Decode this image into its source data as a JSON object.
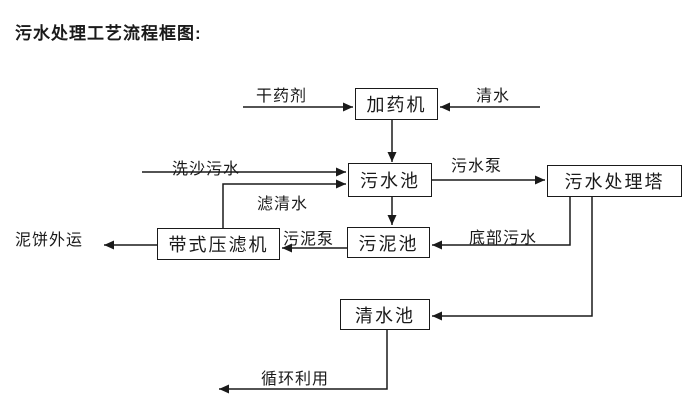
{
  "title": "污水处理工艺流程框图:",
  "colors": {
    "line": "#1a1a1a",
    "text": "#1a1a1a",
    "background": "#ffffff"
  },
  "nodes": {
    "dosing_machine": "加药机",
    "sewage_pool": "污水池",
    "treatment_tower": "污水处理塔",
    "sludge_pool": "污泥池",
    "belt_filter_press": "带式压滤机",
    "clear_water_pool": "清水池"
  },
  "labels": {
    "dry_chemical": "干药剂",
    "clear_water": "清水",
    "sand_washing_sewage": "洗沙污水",
    "filtered_water": "滤清水",
    "sewage_pump": "污水泵",
    "bottom_sewage": "底部污水",
    "sludge_pump": "污泥泵",
    "mud_cake_out": "泥饼外运",
    "recycle": "循环利用"
  },
  "edges": [
    {
      "from": "干药剂",
      "to": "加药机"
    },
    {
      "from": "清水",
      "to": "加药机"
    },
    {
      "from": "加药机",
      "to": "污水池"
    },
    {
      "from": "洗沙污水",
      "to": "污水池"
    },
    {
      "from": "带式压滤机",
      "to": "污水池",
      "label": "滤清水"
    },
    {
      "from": "污水池",
      "to": "污水处理塔",
      "label": "污水泵"
    },
    {
      "from": "污水池",
      "to": "污泥池"
    },
    {
      "from": "污水处理塔",
      "to": "污泥池",
      "label": "底部污水"
    },
    {
      "from": "污水处理塔",
      "to": "清水池"
    },
    {
      "from": "污泥池",
      "to": "带式压滤机",
      "label": "污泥泵"
    },
    {
      "from": "带式压滤机",
      "to": "泥饼外运"
    },
    {
      "from": "清水池",
      "to": "循环利用"
    }
  ]
}
